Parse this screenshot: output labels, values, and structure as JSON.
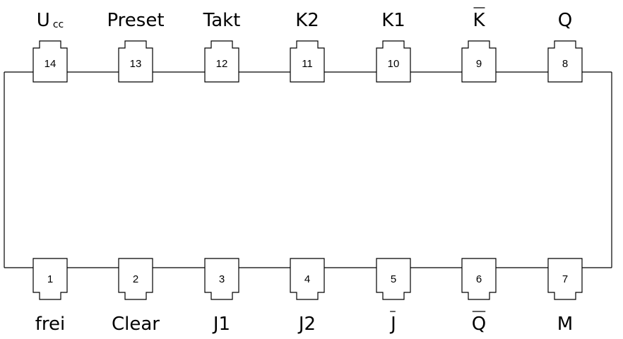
{
  "top_pins": [
    {
      "number": "14",
      "label": "U",
      "subscript": "cc",
      "overline": false
    },
    {
      "number": "13",
      "label": "Preset",
      "subscript": "",
      "overline": false
    },
    {
      "number": "12",
      "label": "Takt",
      "subscript": "",
      "overline": false
    },
    {
      "number": "11",
      "label": "K2",
      "subscript": "",
      "overline": false
    },
    {
      "number": "10",
      "label": "K1",
      "subscript": "",
      "overline": false
    },
    {
      "number": "9",
      "label": "K",
      "subscript": "",
      "overline": true
    },
    {
      "number": "8",
      "label": "Q",
      "subscript": "",
      "overline": false
    }
  ],
  "bottom_pins": [
    {
      "number": "1",
      "label": "frei",
      "subscript": "",
      "overline": false
    },
    {
      "number": "2",
      "label": "Clear",
      "subscript": "",
      "overline": false
    },
    {
      "number": "3",
      "label": "J1",
      "subscript": "",
      "overline": false
    },
    {
      "number": "4",
      "label": "J2",
      "subscript": "",
      "overline": false
    },
    {
      "number": "5",
      "label": "J",
      "subscript": "",
      "overline": true
    },
    {
      "number": "6",
      "label": "Q",
      "subscript": "",
      "overline": true
    },
    {
      "number": "7",
      "label": "M",
      "subscript": "",
      "overline": false
    }
  ],
  "colors": {
    "line": "#000000",
    "background": "#ffffff"
  }
}
